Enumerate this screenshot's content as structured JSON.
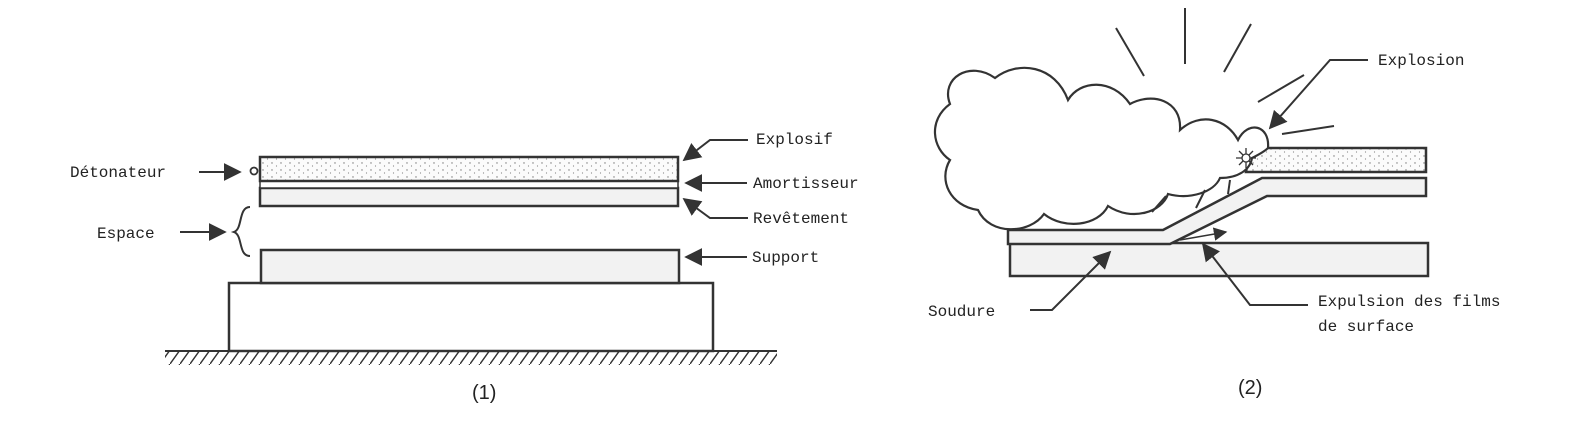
{
  "diagram1": {
    "caption": "(1)",
    "labels": {
      "explosif": "Explosif",
      "amortisseur": "Amortisseur",
      "revetement": "Revêtement",
      "support": "Support",
      "detonateur": "Détonateur",
      "espace": "Espace"
    }
  },
  "diagram2": {
    "caption": "(2)",
    "labels": {
      "explosion": "Explosion",
      "soudure": "Soudure",
      "expulsion_line1": "Expulsion des films",
      "expulsion_line2": "de surface"
    }
  }
}
